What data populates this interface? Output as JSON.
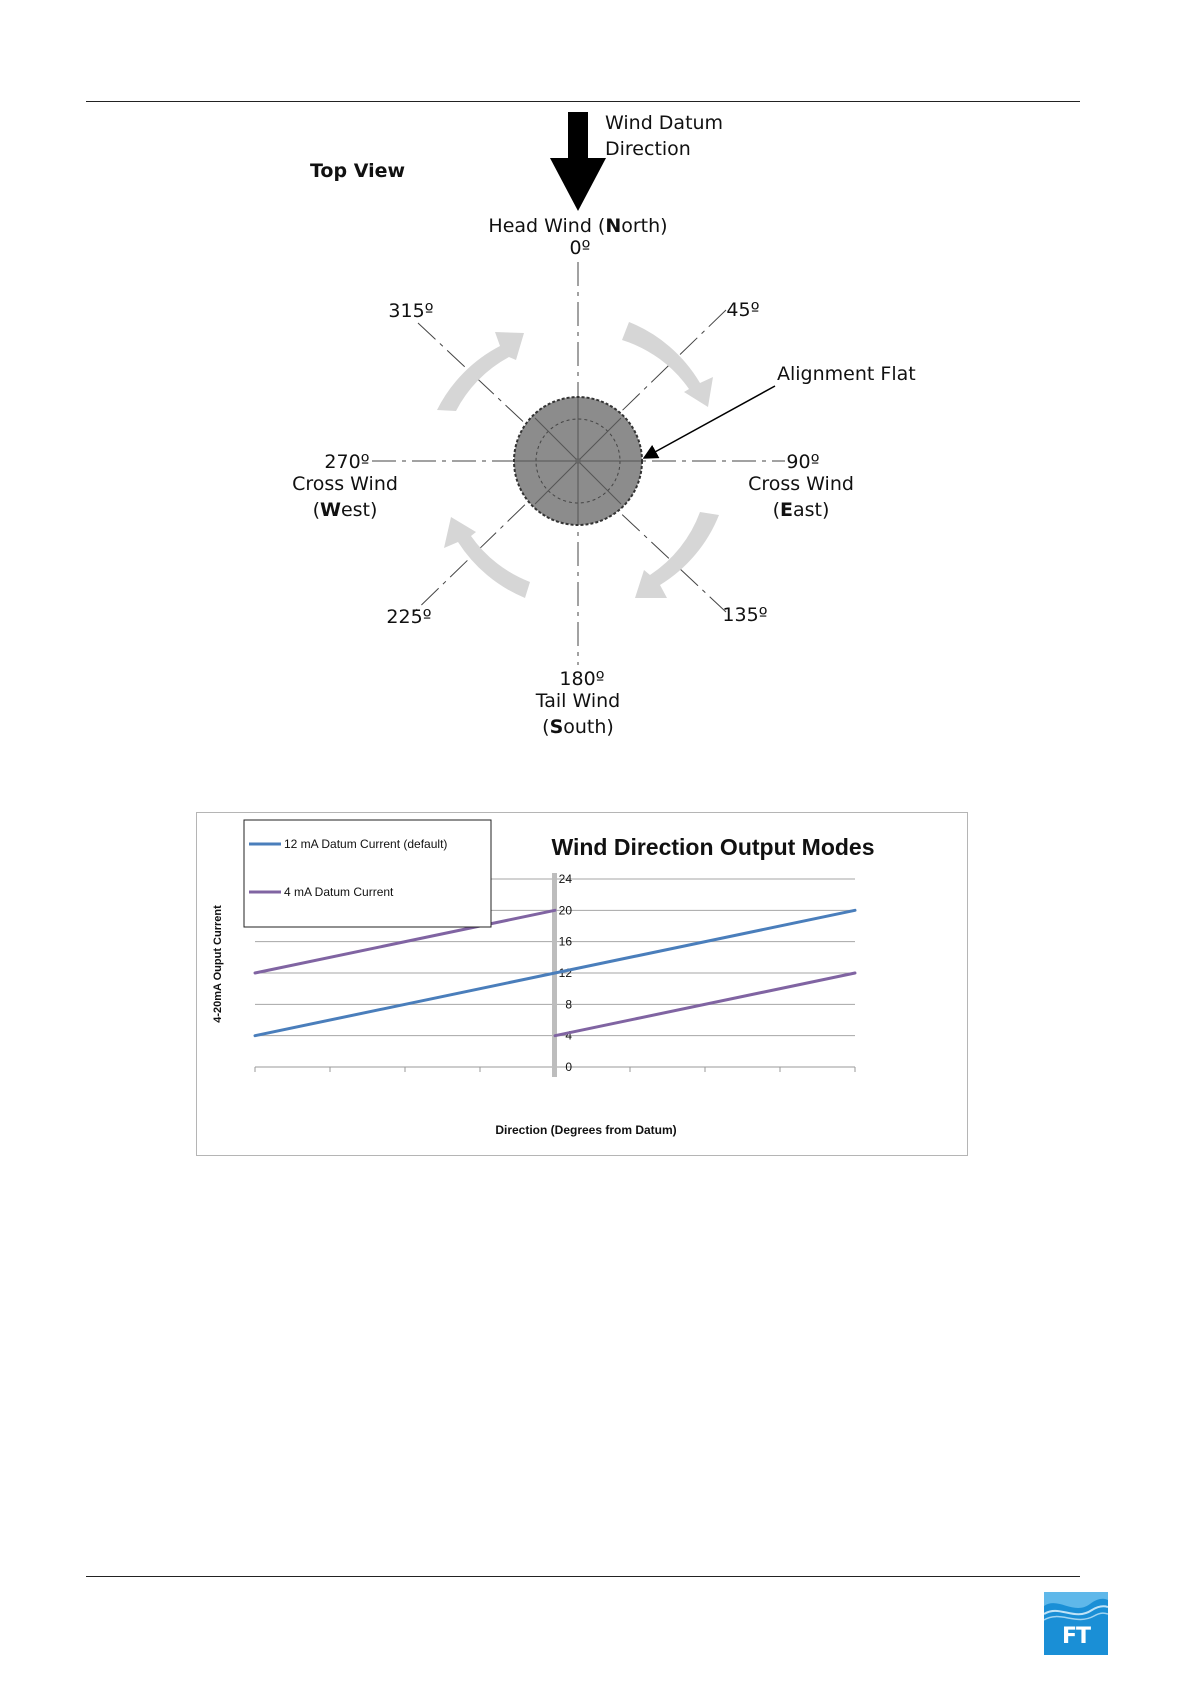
{
  "compass": {
    "view_label": "Top View",
    "datum_label_line1": "Wind Datum",
    "datum_label_line2": "Direction",
    "north": {
      "prefix": "Head Wind (",
      "bold": "N",
      "suffix": "orth)",
      "angle": "0º"
    },
    "east": {
      "angle": "90º",
      "line2": "Cross Wind",
      "prefix": "(",
      "bold": "E",
      "suffix": "ast)"
    },
    "south": {
      "angle": "180º",
      "line2": "Tail Wind",
      "prefix": "(",
      "bold": "S",
      "suffix": "outh)"
    },
    "west": {
      "angle": "270º",
      "line2": "Cross Wind",
      "prefix": "(",
      "bold": "W",
      "suffix": "est)"
    },
    "ne": "45º",
    "se": "135º",
    "sw": "225º",
    "nw": "315º",
    "alignment_label": "Alignment Flat"
  },
  "chart_data": {
    "type": "line",
    "title": "Wind Direction Output Modes",
    "xlabel": "Direction (Degrees from Datum)",
    "ylabel": "4-20mA Ouput Current",
    "ylim": [
      0,
      24
    ],
    "yticks": [
      0,
      4,
      8,
      16,
      12,
      20,
      24
    ],
    "xlim": [
      -180,
      180
    ],
    "x_tick_marks": 8,
    "grid": true,
    "legend_position": "top-left",
    "series": [
      {
        "name": "12 mA Datum Current (default)",
        "color": "#4a7ebb",
        "segments": [
          {
            "x": [
              -180,
              180
            ],
            "y": [
              4,
              20
            ]
          }
        ]
      },
      {
        "name": "4 mA Datum Current",
        "color": "#8064a2",
        "segments": [
          {
            "x": [
              -180,
              0
            ],
            "y": [
              12,
              20
            ]
          },
          {
            "x": [
              0,
              180
            ],
            "y": [
              4,
              12
            ]
          }
        ]
      }
    ]
  },
  "footer": {
    "logo_text": "FT"
  }
}
